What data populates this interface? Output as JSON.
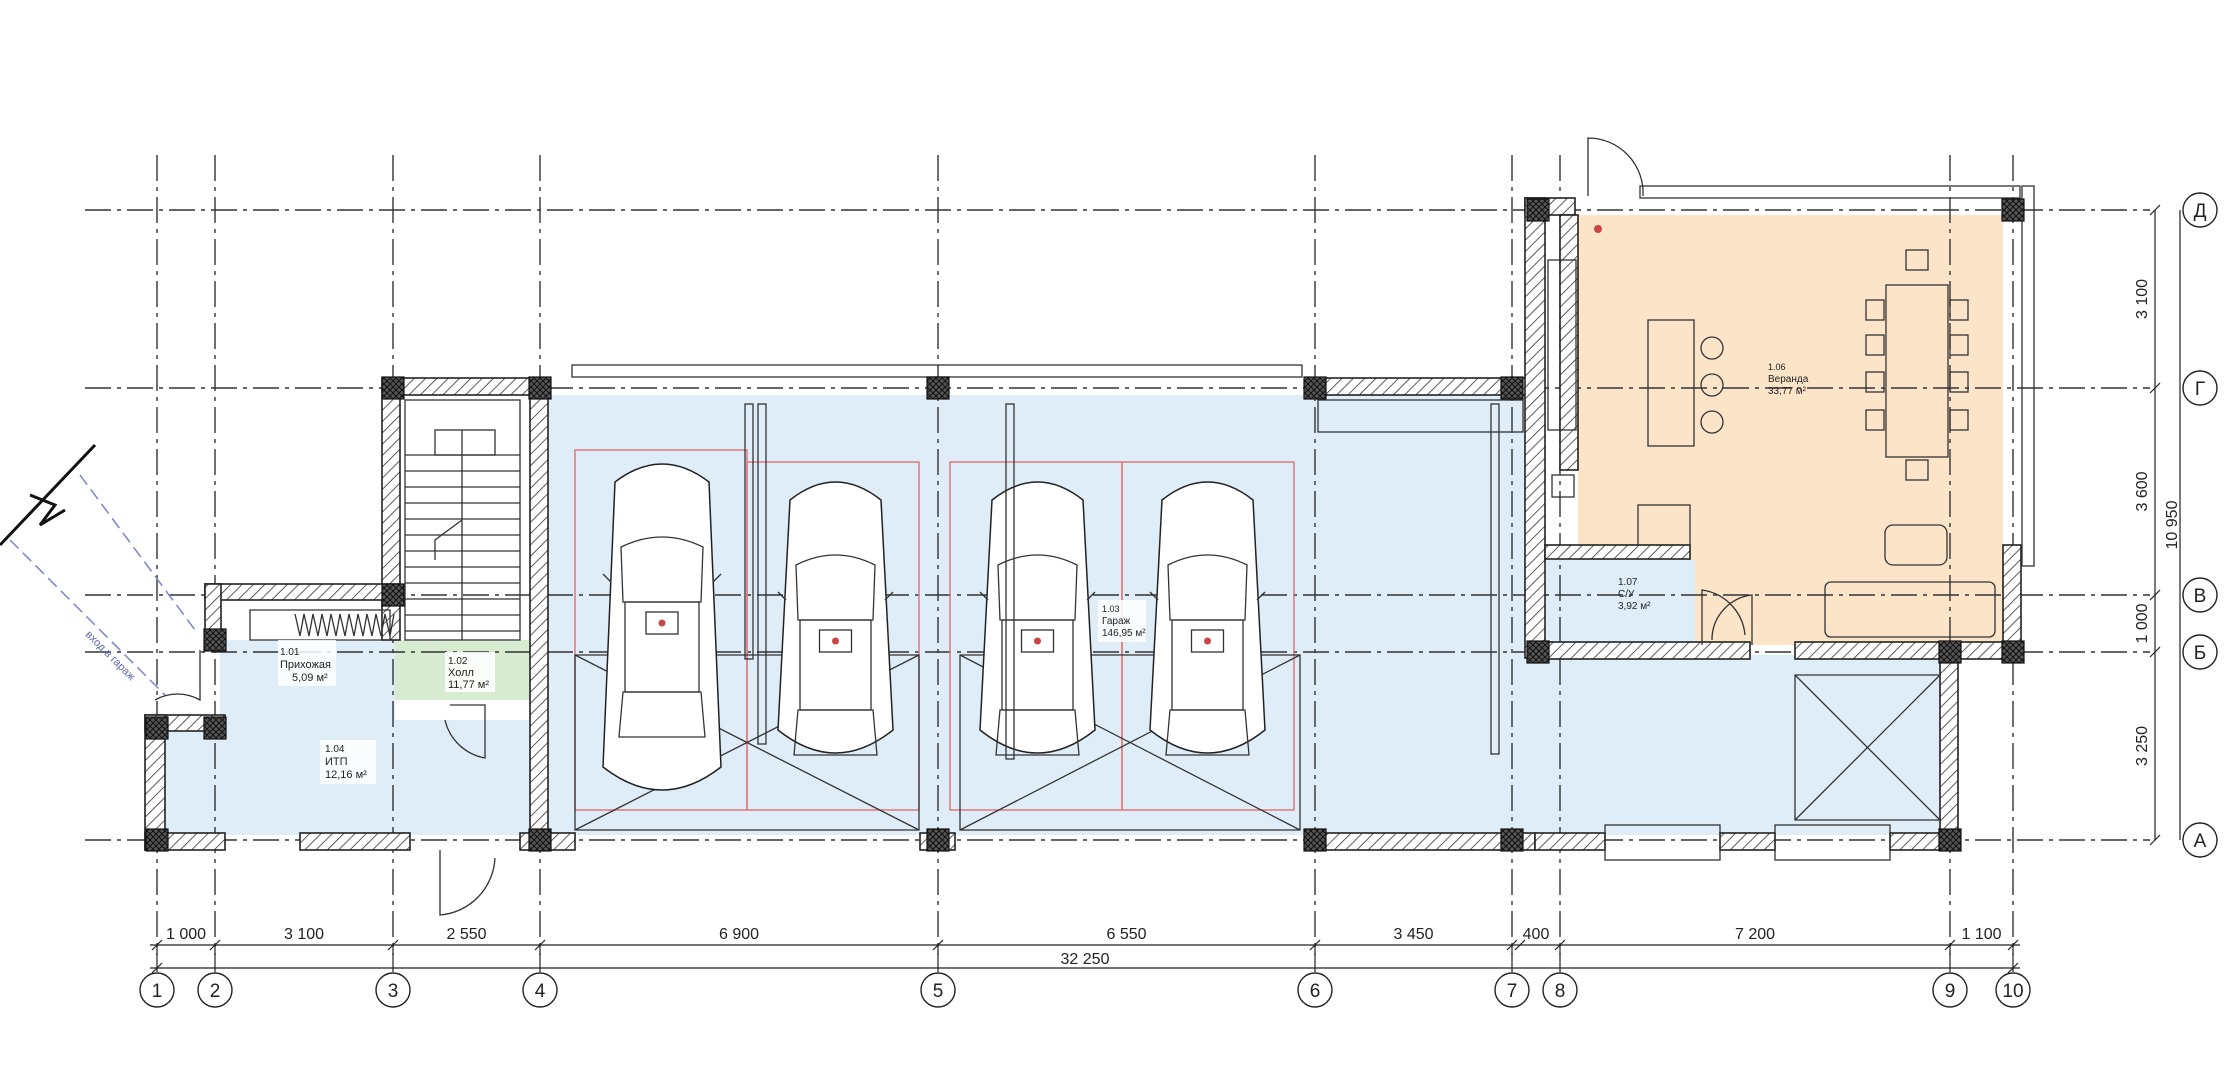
{
  "axes_horizontal": [
    {
      "id": "ax-1",
      "label": "1"
    },
    {
      "id": "ax-2",
      "label": "2"
    },
    {
      "id": "ax-3",
      "label": "3"
    },
    {
      "id": "ax-4",
      "label": "4"
    },
    {
      "id": "ax-5",
      "label": "5"
    },
    {
      "id": "ax-6",
      "label": "6"
    },
    {
      "id": "ax-7",
      "label": "7"
    },
    {
      "id": "ax-8",
      "label": "8"
    },
    {
      "id": "ax-9",
      "label": "9"
    },
    {
      "id": "ax-10",
      "label": "10"
    }
  ],
  "axes_vertical": [
    {
      "id": "ax-D",
      "label": "Д"
    },
    {
      "id": "ax-G",
      "label": "Г"
    },
    {
      "id": "ax-V",
      "label": "В"
    },
    {
      "id": "ax-B",
      "label": "Б"
    },
    {
      "id": "ax-A",
      "label": "А"
    }
  ],
  "dimensions_bottom": [
    "1 000",
    "3 100",
    "2 550",
    "6 900",
    "6 550",
    "3 450",
    "400",
    "7 200",
    "1 100"
  ],
  "dimension_total": "32 250",
  "dimensions_right": [
    "3 100",
    "3 600",
    "1 000",
    "3 250"
  ],
  "dimension_right_total": "10 950",
  "rooms": {
    "r101": {
      "num": "1.01",
      "name": "Прихожая",
      "area": "5,09 м²"
    },
    "r102": {
      "num": "1.02",
      "name": "Холл",
      "area": "11,77 м²"
    },
    "r103": {
      "num": "1.03",
      "name": "Гараж",
      "area": "146,95 м²"
    },
    "r104": {
      "num": "1.04",
      "name": "ИТП",
      "area": "12,16 м²"
    },
    "r106": {
      "num": "1.06",
      "name": "Веранда",
      "area": "33,77 м²"
    },
    "r107": {
      "num": "1.07",
      "name": "С/У",
      "area": "3,92 м²"
    }
  },
  "section_label": "вход в гараж",
  "colors": {
    "garage": "#deedf7",
    "veranda": "#fbe4c8",
    "hall": "#d6ebcf",
    "wall": "#222222",
    "red": "#e07a7a"
  }
}
